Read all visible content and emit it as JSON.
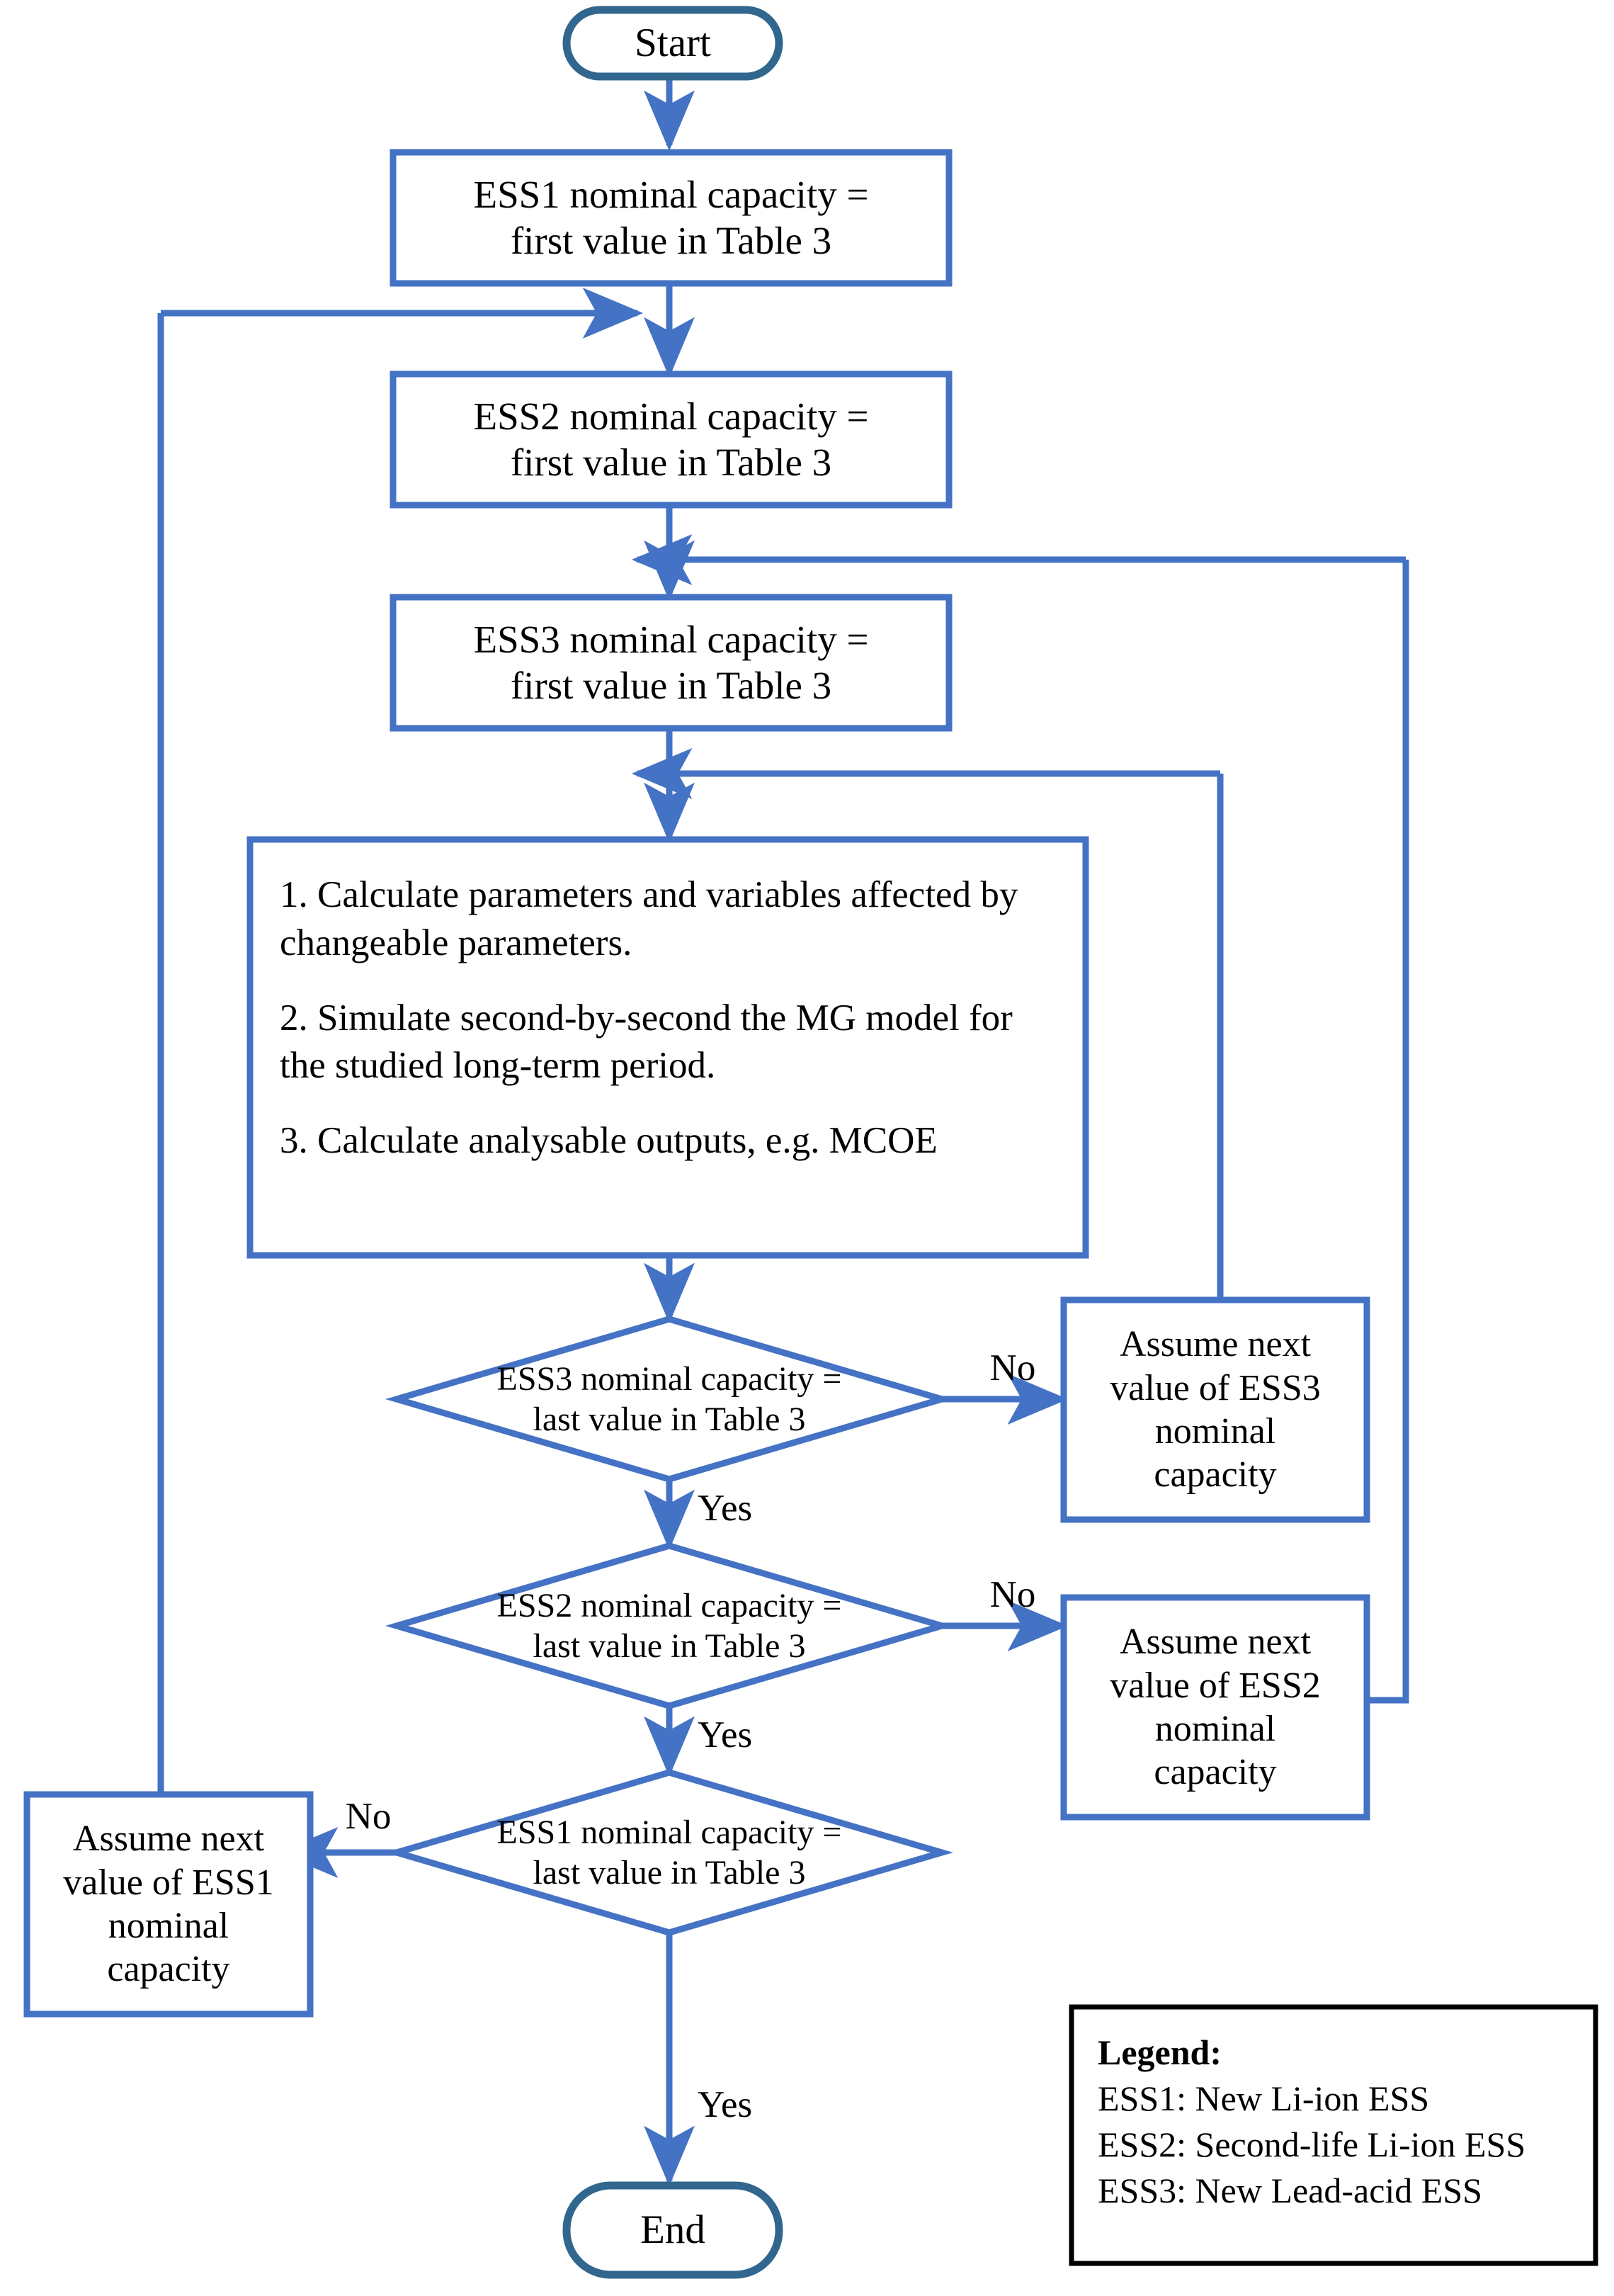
{
  "diagram": {
    "type": "flowchart",
    "title": "ESS sizing sweep flowchart",
    "colors": {
      "connector_blue": "#4472C4",
      "terminator_border": "#31678E",
      "box_border": "#4472C4",
      "legend_border": "#000000",
      "text": "#000000",
      "background": "#FFFFFF"
    }
  },
  "nodes": {
    "start": {
      "label": "Start",
      "shape": "terminator"
    },
    "ess1_init": {
      "label": "ESS1 nominal capacity =\nfirst value in Table 3",
      "shape": "process"
    },
    "ess2_init": {
      "label": "ESS2 nominal capacity =\nfirst value in Table 3",
      "shape": "process"
    },
    "ess3_init": {
      "label": "ESS3 nominal capacity =\nfirst value in Table 3",
      "shape": "process"
    },
    "main_process": {
      "shape": "process",
      "lines": [
        "1. Calculate parameters and variables affected by changeable parameters.",
        "2. Simulate second-by-second the MG model for the studied long-term period.",
        "3. Calculate analysable outputs, e.g. MCOE"
      ]
    },
    "decision_ess3": {
      "label": "ESS3 nominal capacity =\nlast value in Table 3",
      "shape": "decision"
    },
    "decision_ess2": {
      "label": "ESS2 nominal capacity =\nlast value in Table 3",
      "shape": "decision"
    },
    "decision_ess1": {
      "label": "ESS1 nominal capacity =\nlast value in Table 3",
      "shape": "decision"
    },
    "assume_ess3": {
      "label": "Assume next\nvalue of ESS3\nnominal\ncapacity",
      "shape": "process"
    },
    "assume_ess2": {
      "label": "Assume next\nvalue of ESS2\nnominal\ncapacity",
      "shape": "process"
    },
    "assume_ess1": {
      "label": "Assume next\nvalue of ESS1\nnominal\ncapacity",
      "shape": "process"
    },
    "end": {
      "label": "End",
      "shape": "terminator"
    }
  },
  "branch_labels": {
    "ess3_no": "No",
    "ess3_yes": "Yes",
    "ess2_no": "No",
    "ess2_yes": "Yes",
    "ess1_no": "No",
    "ess1_yes": "Yes"
  },
  "legend": {
    "title": "Legend:",
    "items": [
      "ESS1: New Li-ion ESS",
      "ESS2: Second-life Li-ion ESS",
      "ESS3: New Lead-acid ESS"
    ]
  }
}
